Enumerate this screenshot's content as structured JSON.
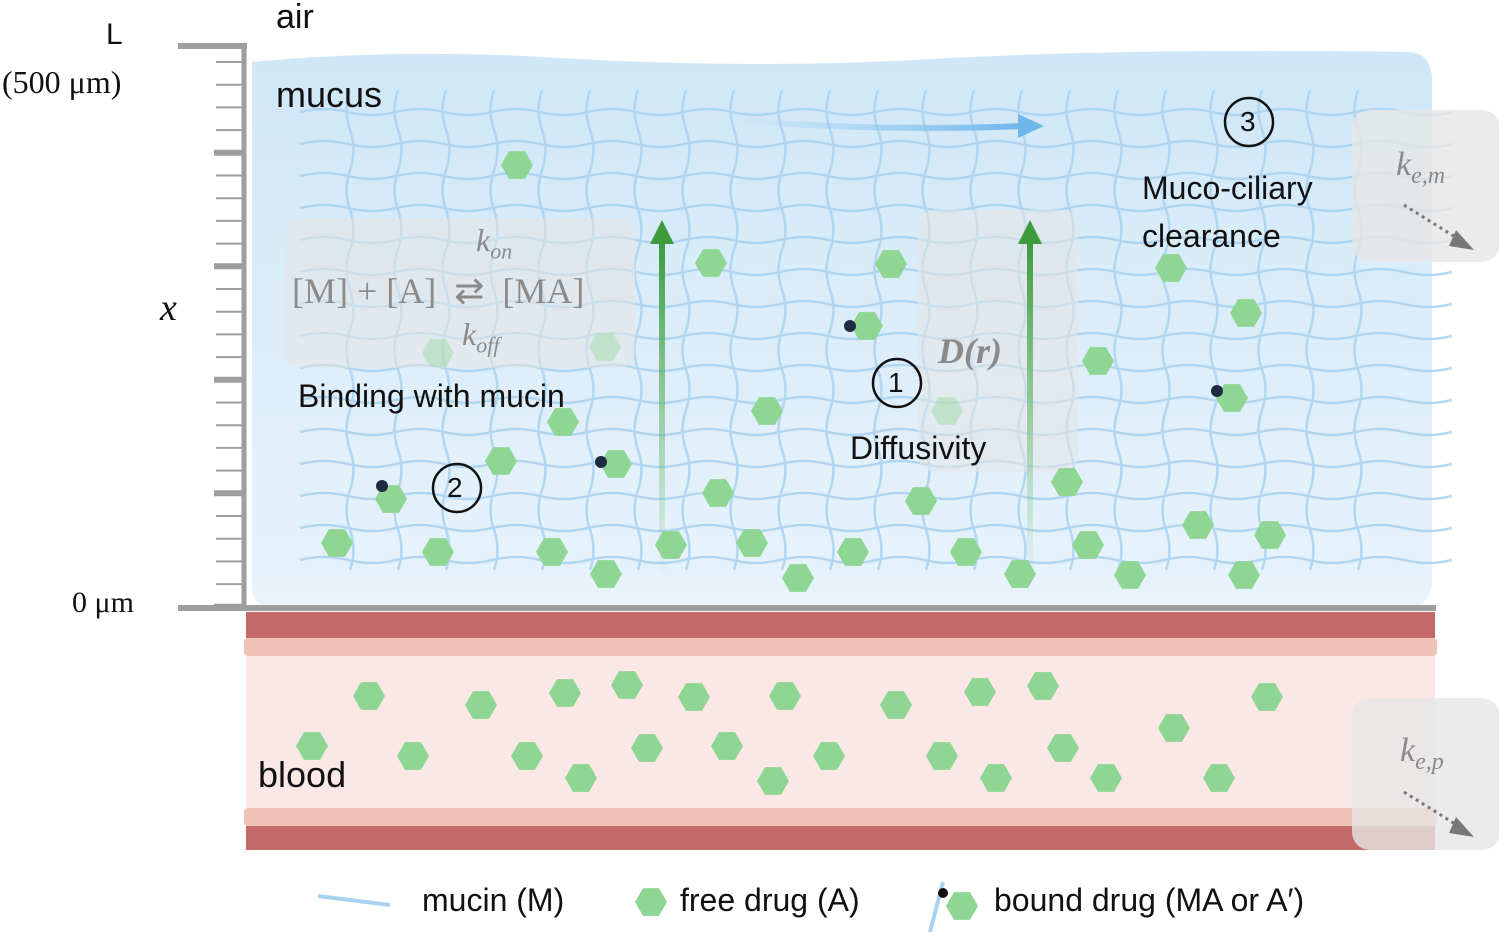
{
  "labels": {
    "air": "air",
    "mucus": "mucus",
    "blood": "blood",
    "axis_top": "L",
    "axis_top_sub": "(500 μm)",
    "axis_bottom": "0 μm",
    "axis_var": "x"
  },
  "binding": {
    "k_on": "k",
    "k_on_sub": "on",
    "equation": "[M] + [A]  ⇄  [MA]",
    "k_off": "k",
    "k_off_sub": "off",
    "caption": "Binding with mucin",
    "step": "2"
  },
  "diffusion": {
    "symbol": "D(r)",
    "step": "1",
    "caption": "Diffusivity"
  },
  "clearance": {
    "step": "3",
    "caption_line1": "Muco-ciliary",
    "caption_line2": "clearance"
  },
  "elimination": {
    "mucus_k": "k",
    "mucus_sub": "e,m",
    "blood_k": "k",
    "blood_sub": "e,p"
  },
  "legend": {
    "mucin": "mucin (M)",
    "free_drug": "free drug (A)",
    "bound_drug": "bound drug (MA or A′)"
  },
  "colors": {
    "mucus_top": "#cde6f7",
    "mucus_bottom": "#e6f2fb",
    "mucin": "#a9d2f0",
    "drug": "#8fd694",
    "blood_wall": "#c46a6a",
    "blood_inner": "#fae7e5",
    "axis": "#9e9e9e"
  }
}
